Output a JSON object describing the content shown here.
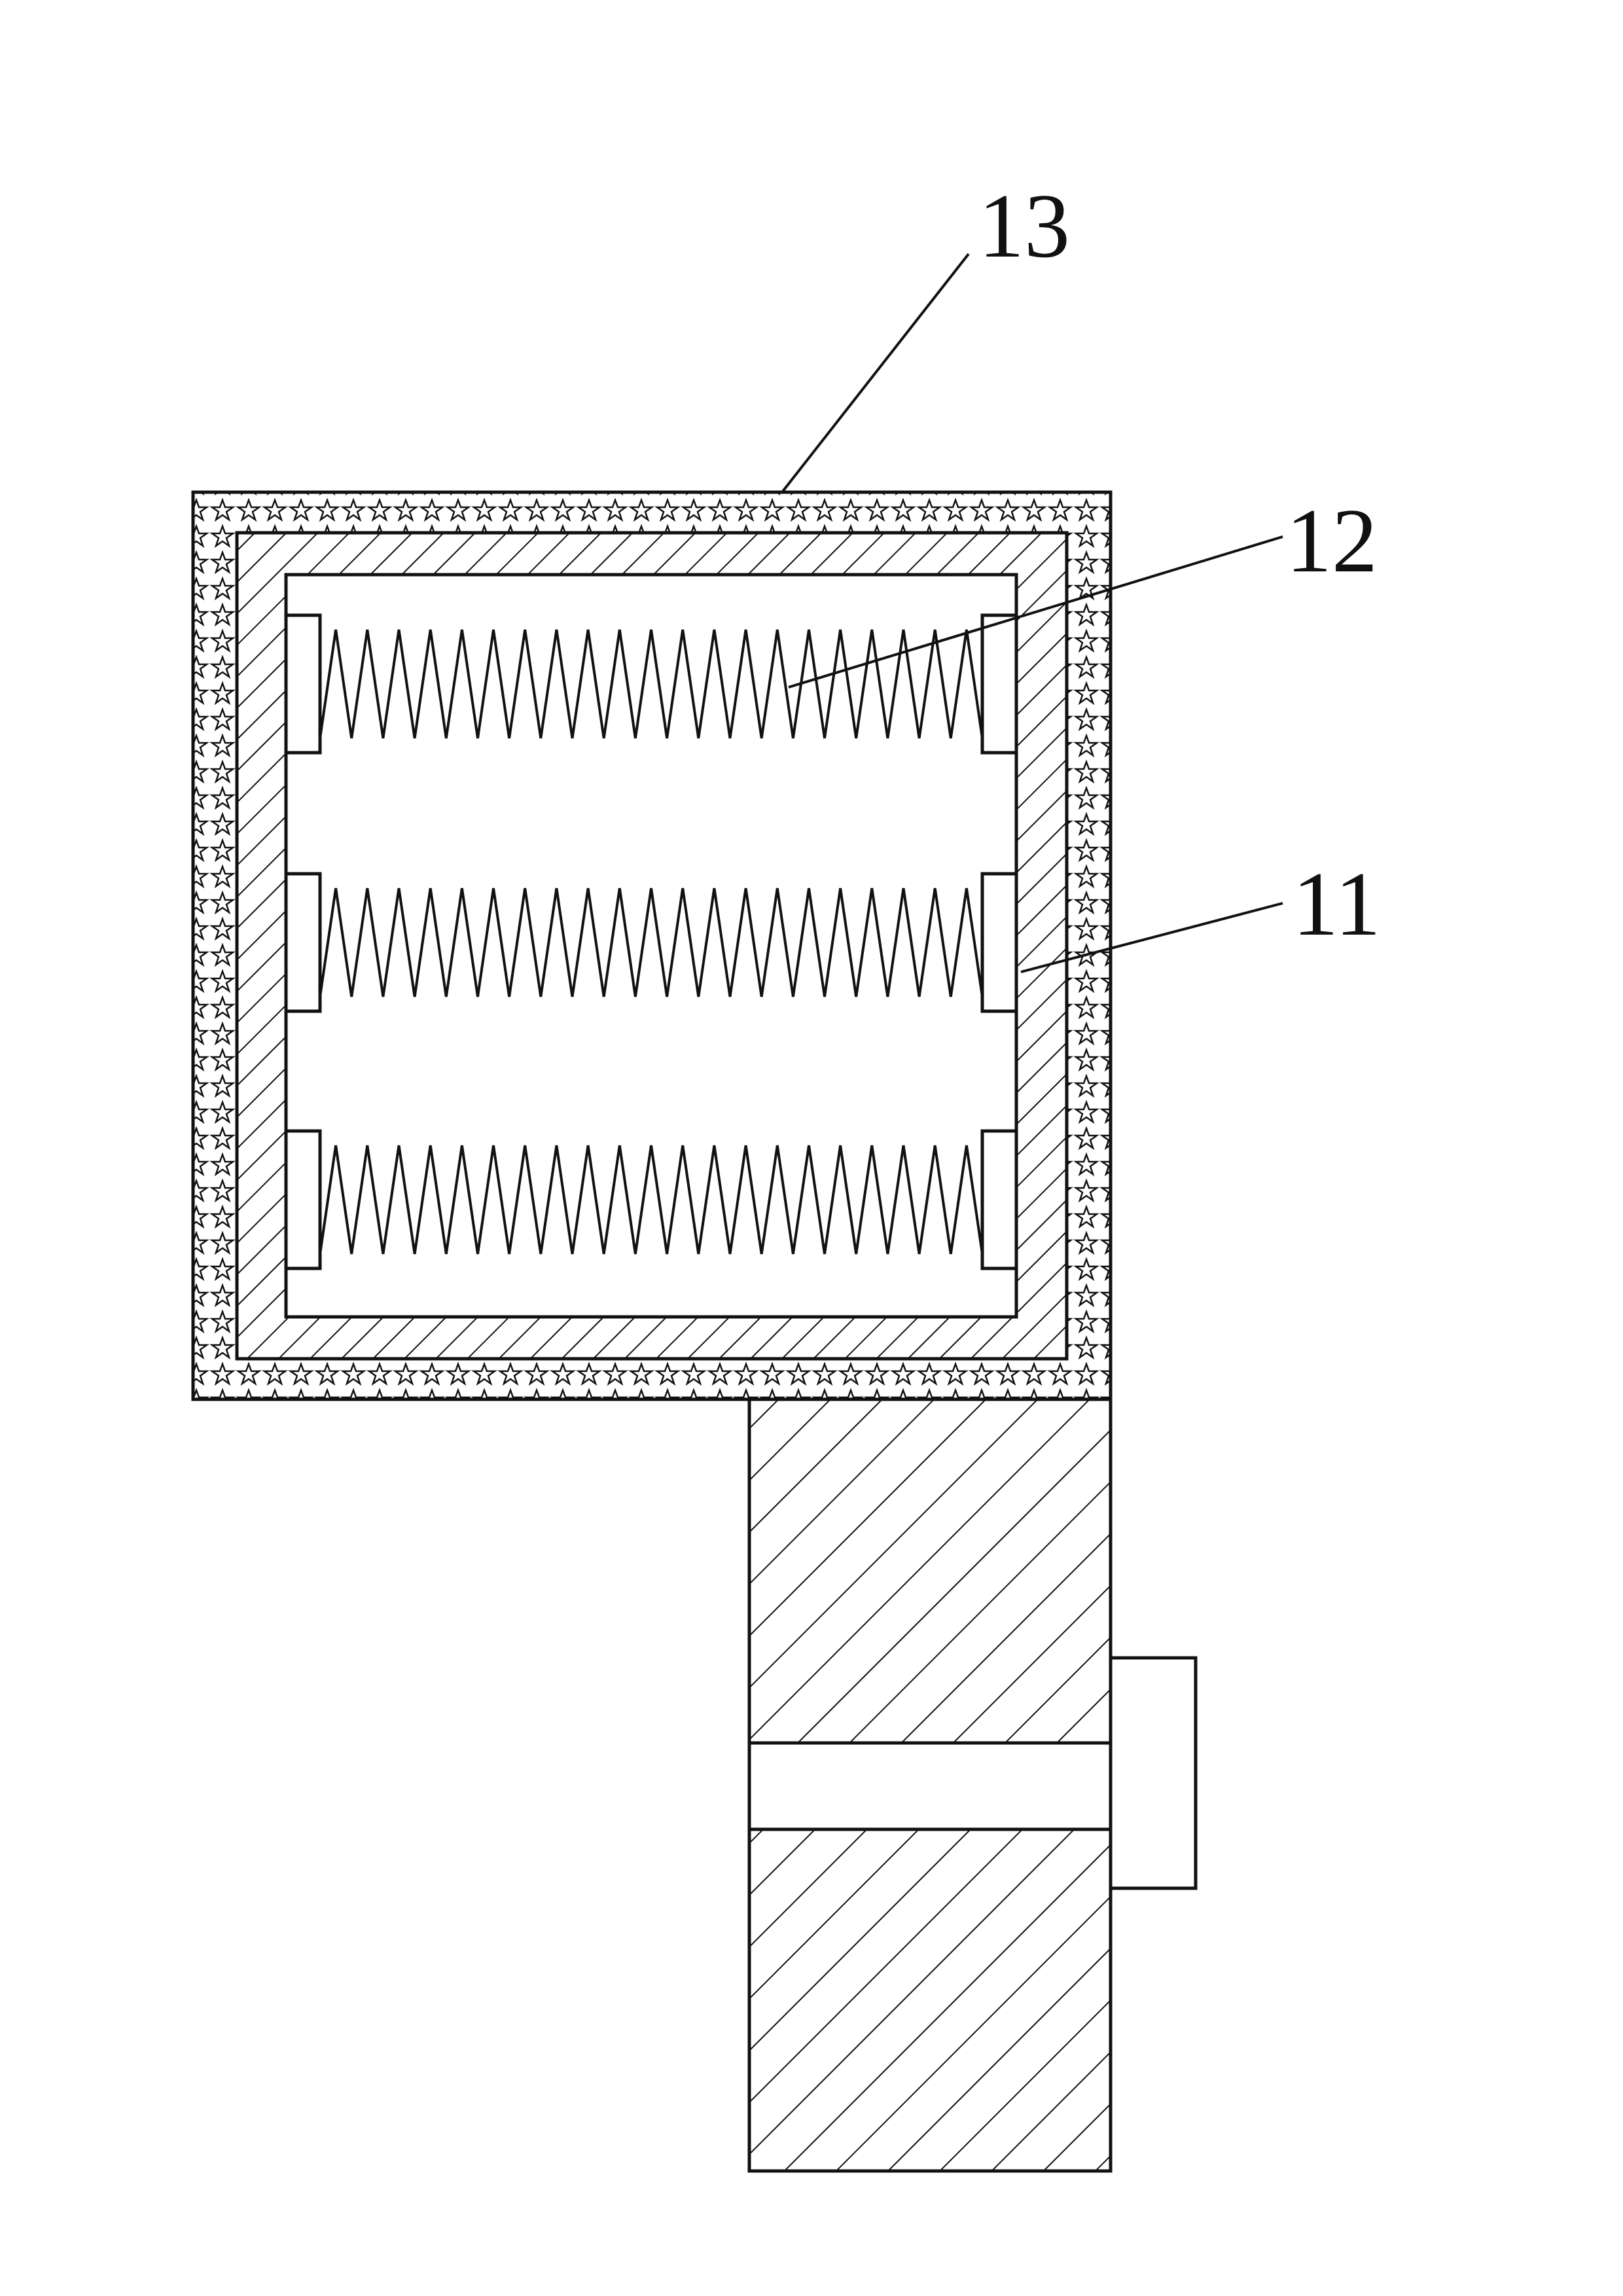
{
  "figure": {
    "labels": [
      {
        "id": "13",
        "text": "13"
      },
      {
        "id": "12",
        "text": "12"
      },
      {
        "id": "11",
        "text": "11"
      }
    ]
  },
  "colors": {
    "line": "#111111",
    "background": "#ffffff"
  }
}
